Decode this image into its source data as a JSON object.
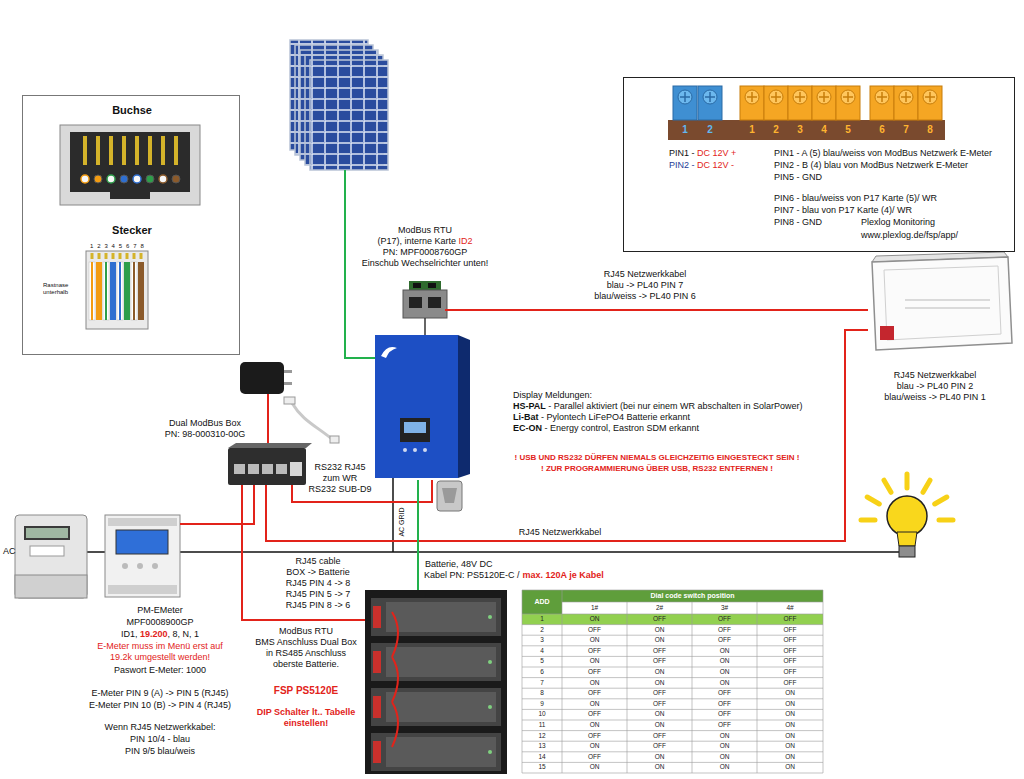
{
  "diagram": {
    "nodes": [
      {
        "text": [
          "PIN1 -",
          "DC 12V +",
          "PIN2 -",
          "DC 12V -",
          "PIN1 - A (5) blau/weiss von ModBus Netzwerk E-Meter",
          "PIN2 - B (4) blau von ModBus Netzwerk E-Meter",
          "PIN5 - GND",
          "PIN6 - blau/weiss von P17 Karte (5)/ WR",
          "PIN7 - blau von P17 Karte (4)/ WR",
          "PIN8 - GND",
          "Plexlog Monitoring",
          "www.plexlog.de/fsp/app/"
        ]
      },
      {
        "text": [
          "Buchse",
          "Stecker",
          "1 2 3 4 5 6 7 8",
          "Rastnase unterhalb"
        ]
      },
      {
        "text": [
          "ModBus RTU",
          "(P17), interne Karte",
          "ID2",
          "PN: MPF0008760GP",
          "Einschub Wechselrichter unten!"
        ]
      },
      {
        "text": [
          "RJ45 Netzwerkkabel",
          "blau -> PL40 PIN 2",
          "blau/weiss -> PL40 PIN 1"
        ]
      },
      {
        "text": [
          "Display Meldungen:",
          "HS-PAL",
          "- Parallel aktiviert (bei nur einem WR abschalten in SolarPower)",
          "Li-Bat",
          "- Pylontech LiFePO4 Batterie erkannt",
          "EC-ON",
          "- Energy control, Eastron SDM erkannt"
        ]
      },
      {
        "text": [
          "Dual ModBus Box",
          "PN: 98-000310-00G"
        ]
      },
      {
        "text": [
          "PM-EMeter",
          "MPF0008900GP",
          "ID1,",
          "19.200",
          ", 8, N, 1",
          "E-Meter muss im Menü erst auf 19.2k umgestellt werden!",
          "Paswort E-Meter: 1000",
          "E-Meter PIN 9 (A) -> PIN 5 (RJ45)",
          "E-Meter PIN 10 (B) -> PIN 4 (RJ45)",
          "Wenn RJ45 Netzwerkkabel:",
          "PIN 10/4 - blau",
          "PIN 9/5 blau/weis"
        ]
      },
      {
        "text": [
          "ModBus RTU",
          "BMS Anschluss Dual Box in RS485 Anschluss oberste Batterie.",
          "FSP PS5120E",
          "DIP Schalter lt.. Tabelle einstellen!"
        ]
      }
    ],
    "edges": [
      {
        "from": 2,
        "to": 3,
        "label": "RJ45 Netzwerkkabel",
        "arrow": "none"
      },
      {
        "from": 5,
        "to": 4,
        "label": "RS232 RJ45",
        "arrow": "none"
      },
      {
        "from": 5,
        "to": 3,
        "label": "RJ45 Netzwerkkabel",
        "arrow": "none"
      },
      {
        "from": 6,
        "to": 5,
        "arrow": "none"
      },
      {
        "from": 5,
        "to": 7,
        "label": "RJ45 cable",
        "arrow": "none"
      },
      {
        "from": 7,
        "to": 4,
        "label": "Batterie, 48V DC",
        "arrow": "none"
      }
    ],
    "labels": [
      "1",
      "2",
      "1",
      "2",
      "3",
      "4",
      "5",
      "6",
      "7",
      "8",
      "blau -> PL40 PIN 7",
      "blau/weiss -> PL40 PIN 6",
      "! USB UND RS232 DÜRFEN NIEMALS GLEICHZEITIG EINGESTECKT SEIN !",
      "! ZUR PROGRAMMIERUNG ÜBER USB, RS232 ENTFERNEN !",
      "AC GRID",
      "AC",
      "BOX -> Batterie",
      "RJ45 PIN 4 -> 8",
      "RJ45 PIN 5 -> 7",
      "RJ45 PIN 8 -> 6",
      "Kabel PN: PS5120E-C /",
      "max. 120A je Kabel",
      "zum WR",
      "RS232 SUB-D9",
      "ADD",
      "Dial code switch position",
      "1#",
      "2#",
      "3#",
      "4#",
      "1",
      "ON",
      "OFF",
      "OFF",
      "OFF",
      "2",
      "OFF",
      "ON",
      "OFF",
      "OFF",
      "3",
      "ON",
      "ON",
      "OFF",
      "OFF",
      "4",
      "OFF",
      "OFF",
      "ON",
      "OFF",
      "5",
      "ON",
      "OFF",
      "ON",
      "OFF",
      "6",
      "OFF",
      "ON",
      "ON",
      "OFF",
      "7",
      "ON",
      "ON",
      "ON",
      "OFF",
      "8",
      "OFF",
      "OFF",
      "OFF",
      "ON",
      "9",
      "ON",
      "OFF",
      "OFF",
      "ON",
      "10",
      "OFF",
      "ON",
      "OFF",
      "ON",
      "11",
      "ON",
      "ON",
      "OFF",
      "ON",
      "12",
      "OFF",
      "OFF",
      "ON",
      "ON",
      "13",
      "ON",
      "OFF",
      "ON",
      "ON",
      "14",
      "OFF",
      "ON",
      "ON",
      "ON",
      "15",
      "ON",
      "ON",
      "ON",
      "ON"
    ]
  }
}
